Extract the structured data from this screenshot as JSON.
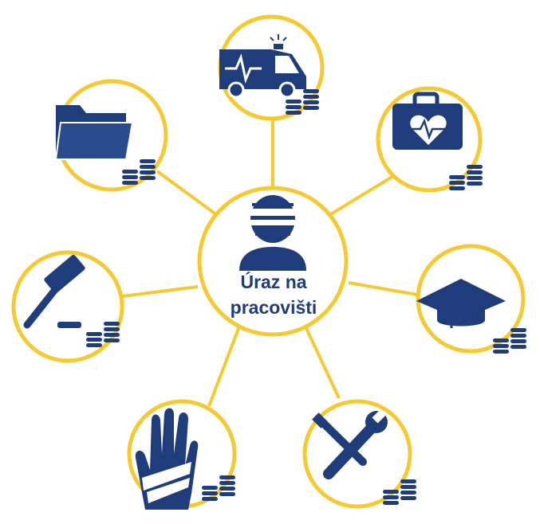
{
  "center": {
    "line1": "Úraz na",
    "line2": "pracovišti"
  },
  "nodes": [
    {
      "id": "ambulance",
      "icon": "ambulance-icon"
    },
    {
      "id": "medical-case",
      "icon": "medical-bag-icon"
    },
    {
      "id": "education",
      "icon": "graduation-cap-icon"
    },
    {
      "id": "tools",
      "icon": "wrench-screwdriver-icon"
    },
    {
      "id": "injured-hand",
      "icon": "bandaged-hand-icon"
    },
    {
      "id": "legal",
      "icon": "gavel-icon"
    },
    {
      "id": "documents",
      "icon": "folder-icon"
    }
  ],
  "colors": {
    "ring": "#f6c933",
    "icon": "#1f3d7a",
    "background": "#ffffff"
  }
}
